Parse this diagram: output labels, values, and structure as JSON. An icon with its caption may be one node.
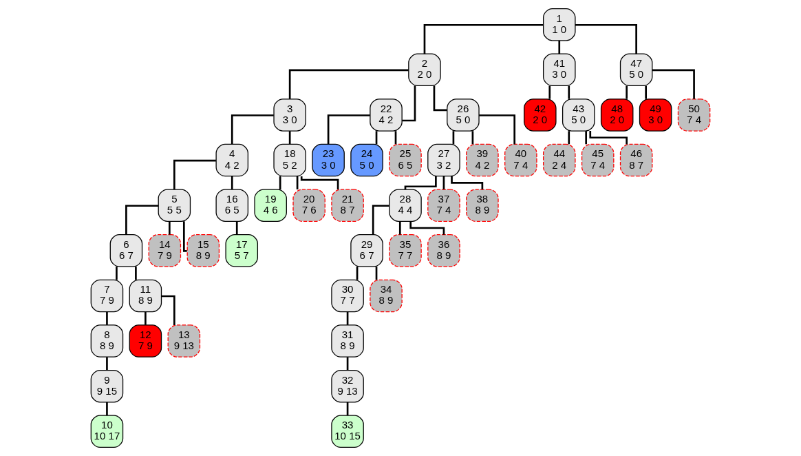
{
  "diagram": {
    "nodes": [
      {
        "text": [
          "1",
          "1 0"
        ]
      },
      {
        "text": [
          "2",
          "2 0"
        ]
      },
      {
        "text": [
          "3",
          "3 0"
        ]
      },
      {
        "text": [
          "4",
          "4 2"
        ]
      },
      {
        "text": [
          "5",
          "5 5"
        ]
      },
      {
        "text": [
          "6",
          "6 7"
        ]
      },
      {
        "text": [
          "7",
          "7 9"
        ]
      },
      {
        "text": [
          "8",
          "8 9"
        ]
      },
      {
        "text": [
          "9",
          "9 15"
        ]
      },
      {
        "text": [
          "10",
          "10 17"
        ]
      },
      {
        "text": [
          "11",
          "8 9"
        ]
      },
      {
        "text": [
          "12",
          "7 9"
        ]
      },
      {
        "text": [
          "13",
          "9 13"
        ]
      },
      {
        "text": [
          "14",
          "7 9"
        ]
      },
      {
        "text": [
          "15",
          "8 9"
        ]
      },
      {
        "text": [
          "16",
          "6 5"
        ]
      },
      {
        "text": [
          "17",
          "5 7"
        ]
      },
      {
        "text": [
          "18",
          "5 2"
        ]
      },
      {
        "text": [
          "19",
          "4 6"
        ]
      },
      {
        "text": [
          "20",
          "7 6"
        ]
      },
      {
        "text": [
          "21",
          "8 7"
        ]
      },
      {
        "text": [
          "22",
          "4 2"
        ]
      },
      {
        "text": [
          "23",
          "3 0"
        ]
      },
      {
        "text": [
          "24",
          "5 0"
        ]
      },
      {
        "text": [
          "25",
          "6 5"
        ]
      },
      {
        "text": [
          "26",
          "5 0"
        ]
      },
      {
        "text": [
          "27",
          "3 2"
        ]
      },
      {
        "text": [
          "28",
          "4 4"
        ]
      },
      {
        "text": [
          "29",
          "6 7"
        ]
      },
      {
        "text": [
          "30",
          "7 7"
        ]
      },
      {
        "text": [
          "31",
          "8 9"
        ]
      },
      {
        "text": [
          "32",
          "9 13"
        ]
      },
      {
        "text": [
          "33",
          "10 15"
        ]
      },
      {
        "text": [
          "34",
          "8 9"
        ]
      },
      {
        "text": [
          "35",
          "7 7"
        ]
      },
      {
        "text": [
          "36",
          "8 9"
        ]
      },
      {
        "text": [
          "37",
          "7 4"
        ]
      },
      {
        "text": [
          "38",
          "8 9"
        ]
      },
      {
        "text": [
          "39",
          "4 2"
        ]
      },
      {
        "text": [
          "40",
          "7 4"
        ]
      },
      {
        "text": [
          "41",
          "3 0"
        ]
      },
      {
        "text": [
          "42",
          "2 0"
        ]
      },
      {
        "text": [
          "43",
          "5 0"
        ]
      },
      {
        "text": [
          "44",
          "2 4"
        ]
      },
      {
        "text": [
          "45",
          "7 4"
        ]
      },
      {
        "text": [
          "46",
          "8 7"
        ]
      },
      {
        "text": [
          "47",
          "5 0"
        ]
      },
      {
        "text": [
          "48",
          "2 0"
        ]
      },
      {
        "text": [
          "49",
          "3 0"
        ]
      },
      {
        "text": [
          "50",
          "7 4"
        ]
      }
    ],
    "edges": [
      {
        "from": 0,
        "to": 1,
        "arrow": "none"
      },
      {
        "from": 0,
        "to": 40,
        "arrow": "none"
      },
      {
        "from": 0,
        "to": 46,
        "arrow": "none"
      },
      {
        "from": 1,
        "to": 2,
        "arrow": "none"
      },
      {
        "from": 1,
        "to": 21,
        "arrow": "none"
      },
      {
        "from": 1,
        "to": 25,
        "arrow": "none"
      },
      {
        "from": 2,
        "to": 3,
        "arrow": "none"
      },
      {
        "from": 2,
        "to": 17,
        "arrow": "none"
      },
      {
        "from": 3,
        "to": 4,
        "arrow": "none"
      },
      {
        "from": 3,
        "to": 15,
        "arrow": "none"
      },
      {
        "from": 4,
        "to": 5,
        "arrow": "none"
      },
      {
        "from": 4,
        "to": 13,
        "arrow": "none"
      },
      {
        "from": 4,
        "to": 14,
        "arrow": "none"
      },
      {
        "from": 5,
        "to": 6,
        "arrow": "none"
      },
      {
        "from": 5,
        "to": 10,
        "arrow": "none"
      },
      {
        "from": 6,
        "to": 7,
        "arrow": "none"
      },
      {
        "from": 7,
        "to": 8,
        "arrow": "none"
      },
      {
        "from": 8,
        "to": 9,
        "arrow": "none"
      },
      {
        "from": 10,
        "to": 11,
        "arrow": "none"
      },
      {
        "from": 10,
        "to": 12,
        "arrow": "none"
      },
      {
        "from": 15,
        "to": 16,
        "arrow": "none"
      },
      {
        "from": 17,
        "to": 18,
        "arrow": "none"
      },
      {
        "from": 17,
        "to": 19,
        "arrow": "none"
      },
      {
        "from": 17,
        "to": 20,
        "arrow": "none"
      },
      {
        "from": 21,
        "to": 22,
        "arrow": "none"
      },
      {
        "from": 21,
        "to": 23,
        "arrow": "none"
      },
      {
        "from": 21,
        "to": 24,
        "arrow": "none"
      },
      {
        "from": 25,
        "to": 26,
        "arrow": "none"
      },
      {
        "from": 25,
        "to": 38,
        "arrow": "none"
      },
      {
        "from": 25,
        "to": 39,
        "arrow": "none"
      },
      {
        "from": 26,
        "to": 27,
        "arrow": "none"
      },
      {
        "from": 26,
        "to": 36,
        "arrow": "none"
      },
      {
        "from": 26,
        "to": 37,
        "arrow": "none"
      },
      {
        "from": 27,
        "to": 28,
        "arrow": "none"
      },
      {
        "from": 27,
        "to": 34,
        "arrow": "none"
      },
      {
        "from": 27,
        "to": 35,
        "arrow": "none"
      },
      {
        "from": 28,
        "to": 29,
        "arrow": "none"
      },
      {
        "from": 28,
        "to": 33,
        "arrow": "none"
      },
      {
        "from": 29,
        "to": 30,
        "arrow": "none"
      },
      {
        "from": 30,
        "to": 31,
        "arrow": "none"
      },
      {
        "from": 31,
        "to": 32,
        "arrow": "none"
      },
      {
        "from": 40,
        "to": 41,
        "arrow": "none"
      },
      {
        "from": 40,
        "to": 42,
        "arrow": "none"
      },
      {
        "from": 42,
        "to": 43,
        "arrow": "none"
      },
      {
        "from": 42,
        "to": 44,
        "arrow": "none"
      },
      {
        "from": 42,
        "to": 45,
        "arrow": "none"
      },
      {
        "from": 46,
        "to": 47,
        "arrow": "none"
      },
      {
        "from": 46,
        "to": 48,
        "arrow": "none"
      },
      {
        "from": 46,
        "to": 49,
        "arrow": "none"
      }
    ]
  }
}
